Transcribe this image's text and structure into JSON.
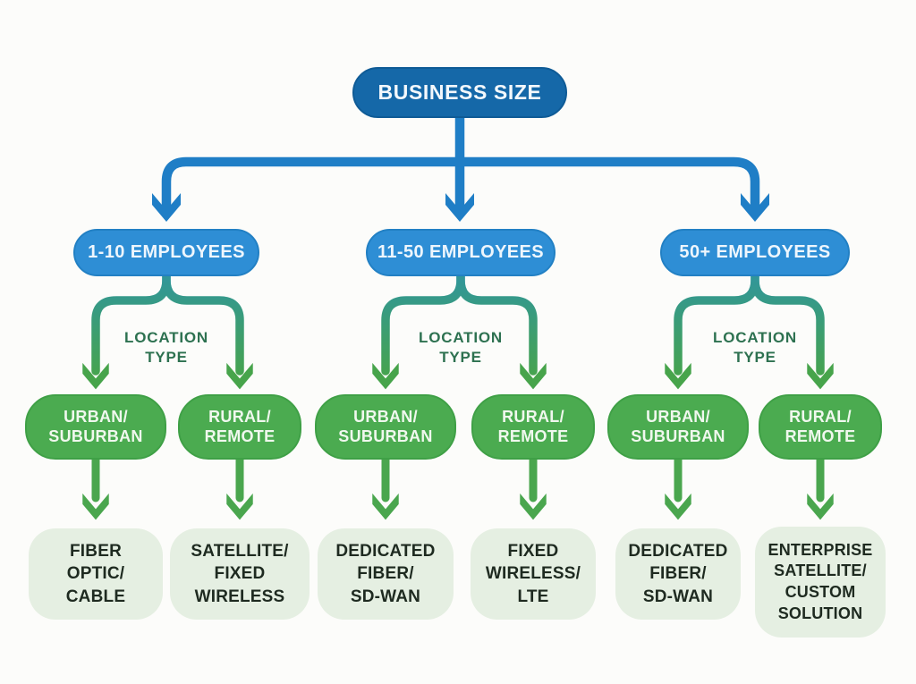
{
  "diagram": {
    "root": {
      "label": "BUSINESS SIZE"
    },
    "branches": [
      {
        "label": "1-10 EMPLOYEES",
        "decision_label": "LOCATION\nTYPE",
        "children": [
          {
            "label": "URBAN/\nSUBURBAN",
            "outcome": "FIBER\nOPTIC/\nCABLE"
          },
          {
            "label": "RURAL/\nREMOTE",
            "outcome": "SATELLITE/\nFIXED\nWIRELESS"
          }
        ]
      },
      {
        "label": "11-50 EMPLOYEES",
        "decision_label": "LOCATION\nTYPE",
        "children": [
          {
            "label": "URBAN/\nSUBURBAN",
            "outcome": "DEDICATED\nFIBER/\nSD-WAN"
          },
          {
            "label": "RURAL/\nREMOTE",
            "outcome": "FIXED\nWIRELESS/\nLTE"
          }
        ]
      },
      {
        "label": "50+ EMPLOYEES",
        "decision_label": "LOCATION\nTYPE",
        "children": [
          {
            "label": "URBAN/\nSUBURBAN",
            "outcome": "DEDICATED\nFIBER/\nSD-WAN"
          },
          {
            "label": "RURAL/\nREMOTE",
            "outcome": "ENTERPRISE\nSATELLITE/\nCUSTOM\nSOLUTION"
          }
        ]
      }
    ]
  },
  "colors": {
    "root_box": "#1568a8",
    "branch_box": "#2e8ed5",
    "connector_blue": "#1f7ec6",
    "connector_teal": "#2f95a0",
    "connector_green": "#47a44b",
    "green_box": "#4bab50",
    "leaf_box": "#e5efe2",
    "decision_text": "#2d7150",
    "leaf_text": "#1e2a20",
    "box_text": "#ffffff",
    "background": "#fcfcfa"
  }
}
